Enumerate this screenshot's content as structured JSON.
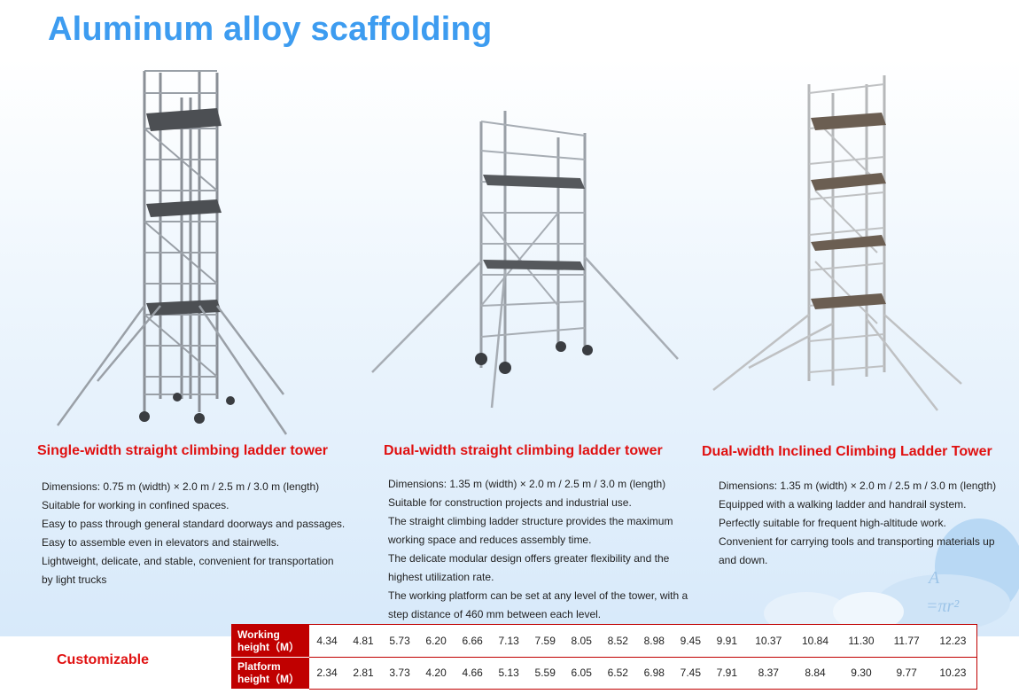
{
  "page_title": "Aluminum alloy scaffolding",
  "products": [
    {
      "title": "Single-width straight climbing ladder tower",
      "lines": [
        "Dimensions: 0.75 m (width) × 2.0 m / 2.5 m / 3.0 m (length)",
        "Suitable for working in confined spaces.",
        "Easy to pass through general standard doorways and passages.",
        "Easy to assemble even in elevators and stairwells.",
        "Lightweight, delicate, and stable, convenient for transportation by light trucks"
      ]
    },
    {
      "title": "Dual-width straight climbing ladder tower",
      "lines": [
        "Dimensions: 1.35 m (width) × 2.0 m / 2.5 m / 3.0 m (length)",
        "Suitable for construction projects and industrial use.",
        "The straight climbing ladder structure provides the maximum working space and reduces assembly time.",
        "The delicate modular design offers greater flexibility and the highest utilization rate.",
        "The working platform can be set at any level of the tower, with a step distance of 460 mm between each level."
      ]
    },
    {
      "title": "Dual-width Inclined Climbing Ladder Tower",
      "lines": [
        "Dimensions: 1.35 m (width) × 2.0 m / 2.5 m / 3.0 m (length)",
        "Equipped with a walking ladder and handrail system.",
        "Perfectly suitable for frequent high-altitude work.",
        "Convenient for carrying tools and transporting materials up and down."
      ]
    }
  ],
  "customizable_label": "Customizable",
  "spec_table": {
    "rows": [
      {
        "header": "Working height（M）",
        "values": [
          "4.34",
          "4.81",
          "5.73",
          "6.20",
          "6.66",
          "7.13",
          "7.59",
          "8.05",
          "8.52",
          "8.98",
          "9.45",
          "9.91",
          "10.37",
          "10.84",
          "11.30",
          "11.77",
          "12.23"
        ]
      },
      {
        "header": "Platform height（M）",
        "values": [
          "2.34",
          "2.81",
          "3.73",
          "4.20",
          "4.66",
          "5.13",
          "5.59",
          "6.05",
          "6.52",
          "6.98",
          "7.45",
          "7.91",
          "8.37",
          "8.84",
          "9.30",
          "9.77",
          "10.23"
        ]
      }
    ]
  },
  "decoration_text": {
    "formula_a": "A",
    "formula_pi": "=πr²"
  },
  "colors": {
    "title_blue": "#3d9cf0",
    "accent_red": "#e01010",
    "table_header_red": "#c00000"
  }
}
